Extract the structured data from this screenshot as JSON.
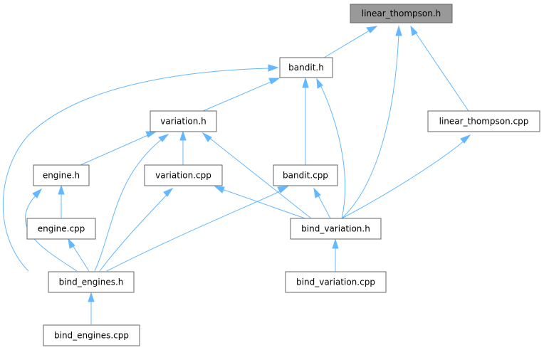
{
  "graph": {
    "nodes": {
      "linear_thompson_h": "linear_thompson.h",
      "bandit_h": "bandit.h",
      "linear_thompson_cpp": "linear_thompson.cpp",
      "variation_h": "variation.h",
      "engine_h": "engine.h",
      "variation_cpp": "variation.cpp",
      "bandit_cpp": "bandit.cpp",
      "engine_cpp": "engine.cpp",
      "bind_variation_h": "bind_variation.h",
      "bind_engines_h": "bind_engines.h",
      "bind_variation_cpp": "bind_variation.cpp",
      "bind_engines_cpp": "bind_engines.cpp"
    },
    "edges": [
      {
        "from": "bandit.h",
        "to": "linear_thompson.h"
      },
      {
        "from": "bind_variation.h",
        "to": "linear_thompson.h"
      },
      {
        "from": "linear_thompson.cpp",
        "to": "linear_thompson.h"
      },
      {
        "from": "variation.h",
        "to": "bandit.h"
      },
      {
        "from": "bandit.cpp",
        "to": "bandit.h"
      },
      {
        "from": "bind_variation.h",
        "to": "bandit.h"
      },
      {
        "from": "bind_engines.h",
        "to": "bandit.h"
      },
      {
        "from": "bind_variation.h",
        "to": "linear_thompson.cpp"
      },
      {
        "from": "engine.h",
        "to": "variation.h"
      },
      {
        "from": "variation.cpp",
        "to": "variation.h"
      },
      {
        "from": "bind_variation.h",
        "to": "variation.h"
      },
      {
        "from": "bind_engines.h",
        "to": "variation.h"
      },
      {
        "from": "engine.cpp",
        "to": "engine.h"
      },
      {
        "from": "bind_engines.h",
        "to": "engine.h"
      },
      {
        "from": "bind_variation.h",
        "to": "variation.cpp"
      },
      {
        "from": "bind_engines.h",
        "to": "variation.cpp"
      },
      {
        "from": "bind_variation.h",
        "to": "bandit.cpp"
      },
      {
        "from": "bind_engines.h",
        "to": "bandit.cpp"
      },
      {
        "from": "bind_engines.h",
        "to": "engine.cpp"
      },
      {
        "from": "bind_variation.cpp",
        "to": "bind_variation.h"
      },
      {
        "from": "bind_engines.cpp",
        "to": "bind_engines.h"
      }
    ],
    "colors": {
      "edge": "#63b8ff",
      "node_border": "#666666",
      "root_fill": "#999999",
      "node_fill": "#ffffff"
    }
  }
}
